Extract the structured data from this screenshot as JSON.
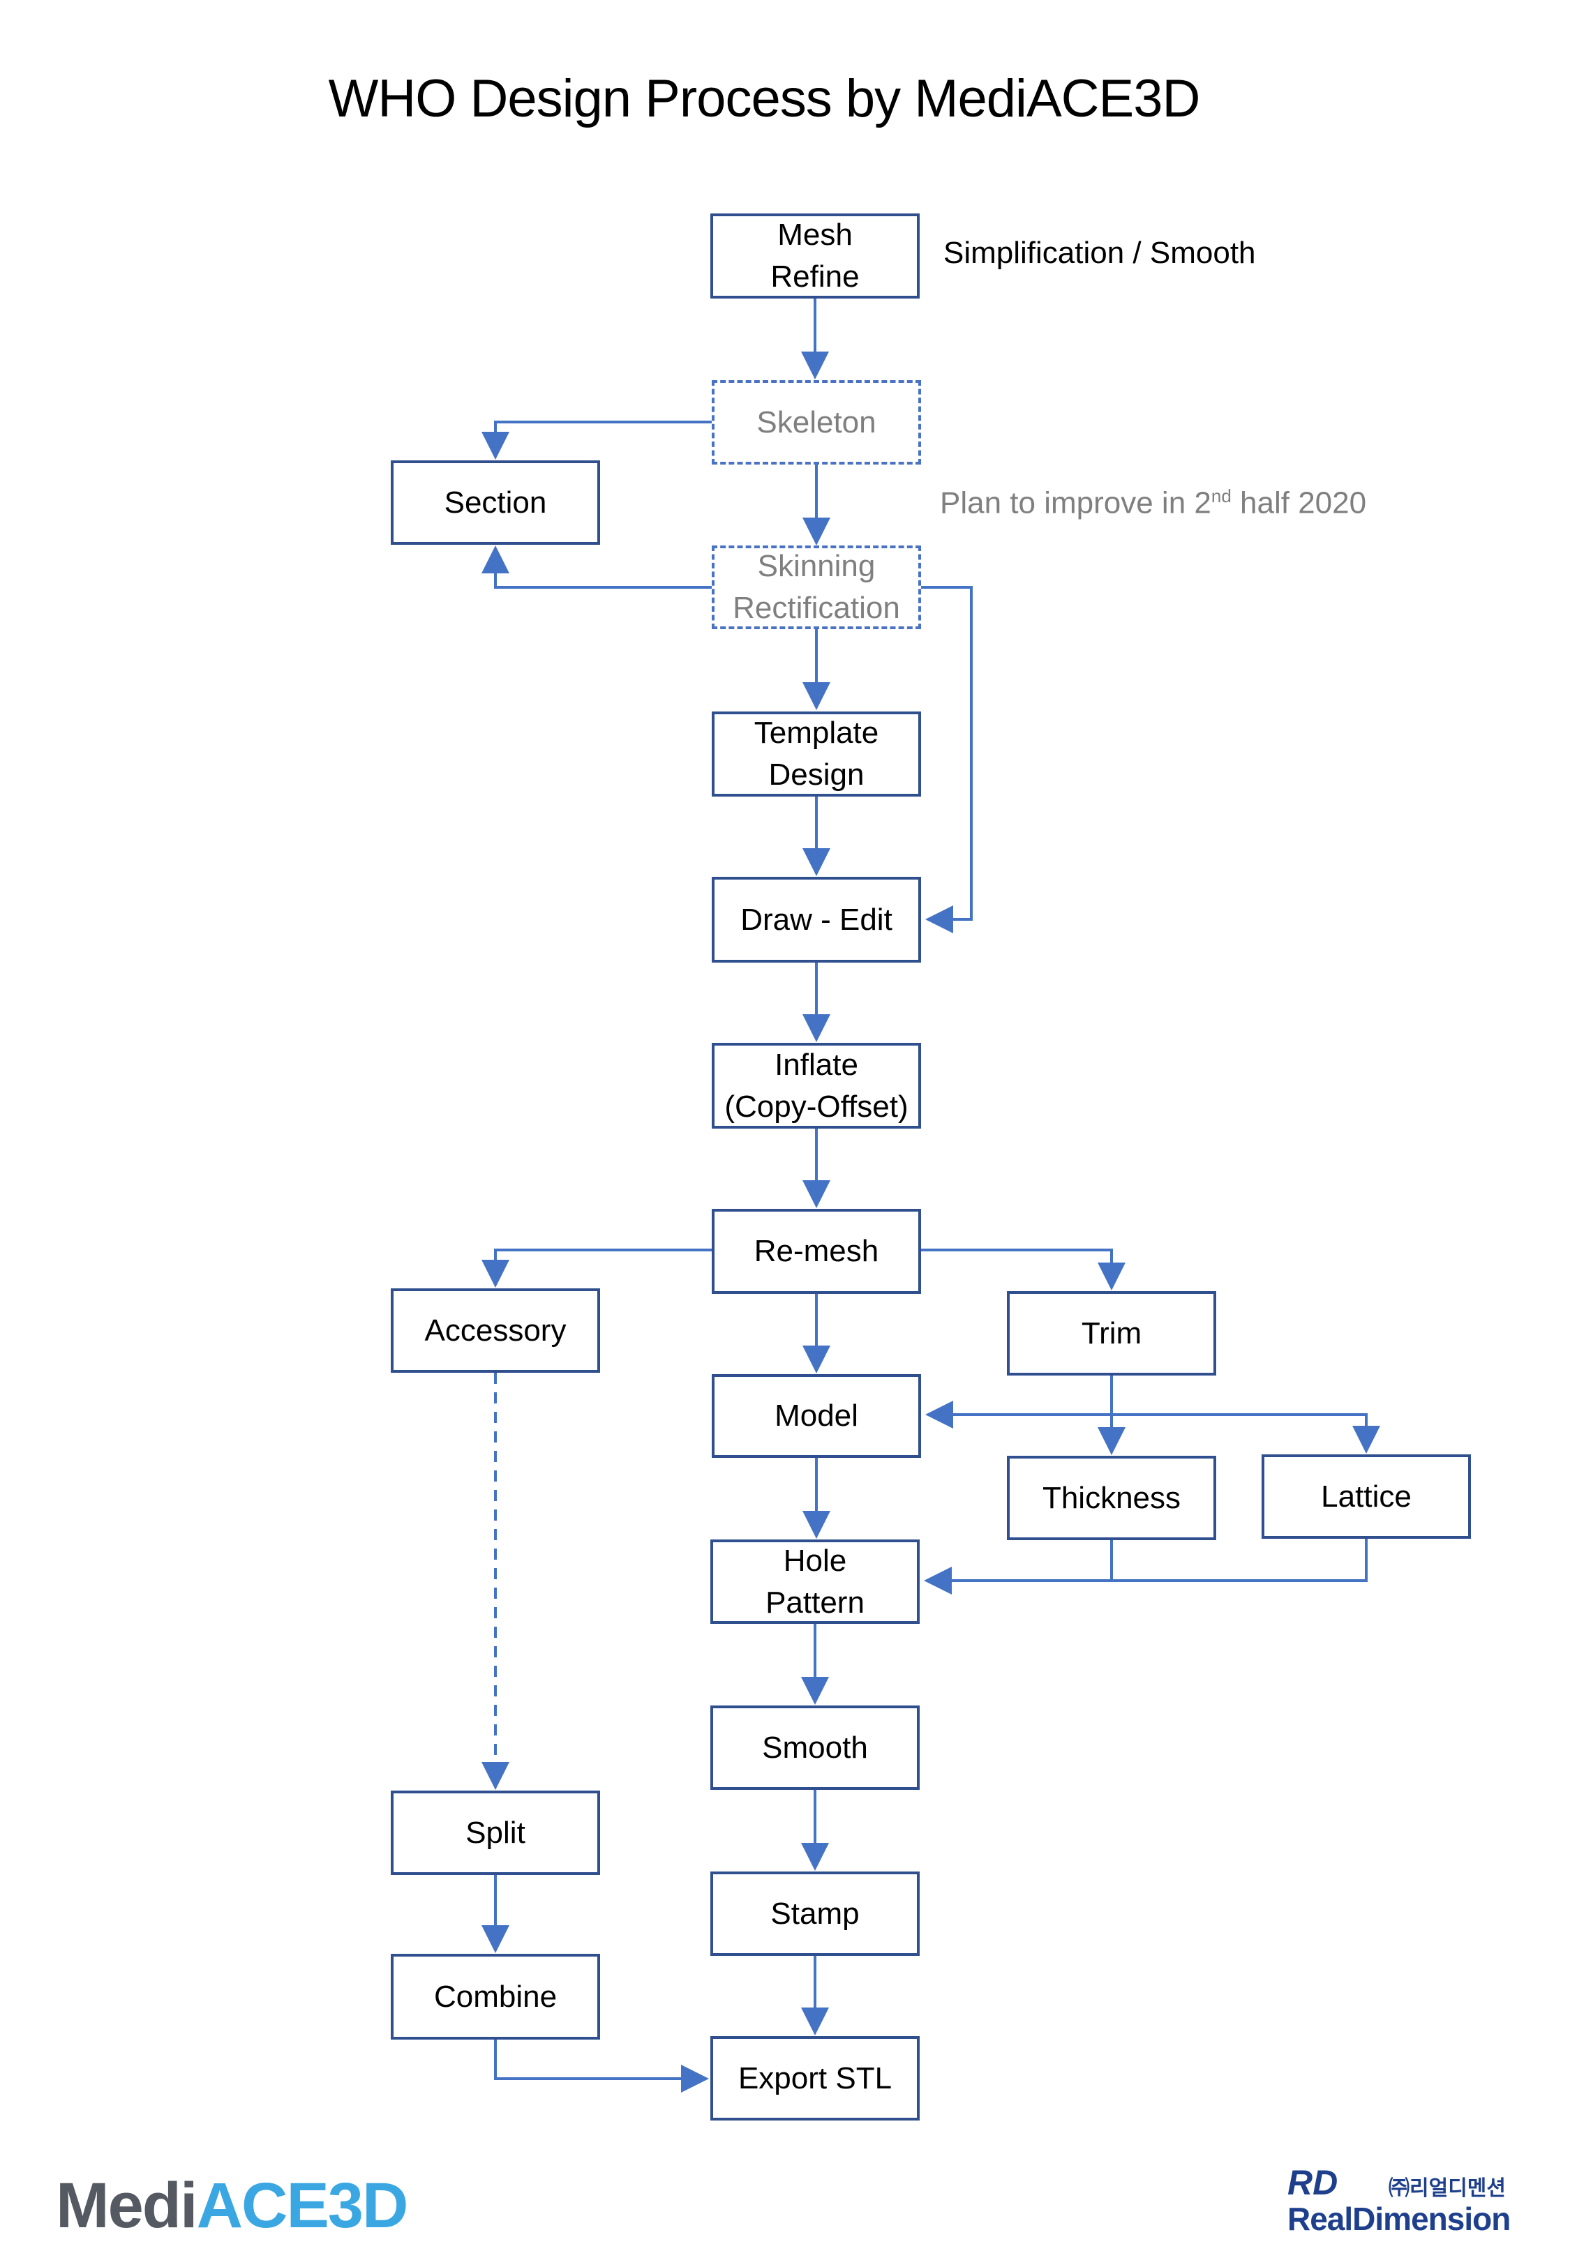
{
  "title": "WHO Design Process by MediACE3D",
  "colors": {
    "connector": "#4472c4",
    "box_border": "#2f4f8f",
    "dashed_border": "#4a72c4",
    "muted_text": "#7f7f7f"
  },
  "boxes": {
    "mesh_refine": "Mesh\nRefine",
    "skeleton": "Skeleton",
    "section": "Section",
    "skinning": "Skinning\nRectification",
    "template_design": "Template\nDesign",
    "draw_edit": "Draw - Edit",
    "inflate": "Inflate\n(Copy-Offset)",
    "remesh": "Re-mesh",
    "accessory": "Accessory",
    "trim": "Trim",
    "model": "Model",
    "thickness": "Thickness",
    "lattice": "Lattice",
    "hole_pattern": "Hole\nPattern",
    "smooth": "Smooth",
    "split": "Split",
    "stamp": "Stamp",
    "combine": "Combine",
    "export_stl": "Export STL"
  },
  "notes": {
    "simplification": "Simplification / Smooth",
    "plan_prefix": "Plan to improve in 2",
    "plan_sup": "nd",
    "plan_suffix": " half 2020"
  },
  "logos": {
    "mediace_part1": "Medi",
    "mediace_part2": "ACE3D",
    "realdimension_mark": "RD",
    "realdimension_korean": "㈜리얼디멘션",
    "realdimension_name": "RealDimension"
  }
}
